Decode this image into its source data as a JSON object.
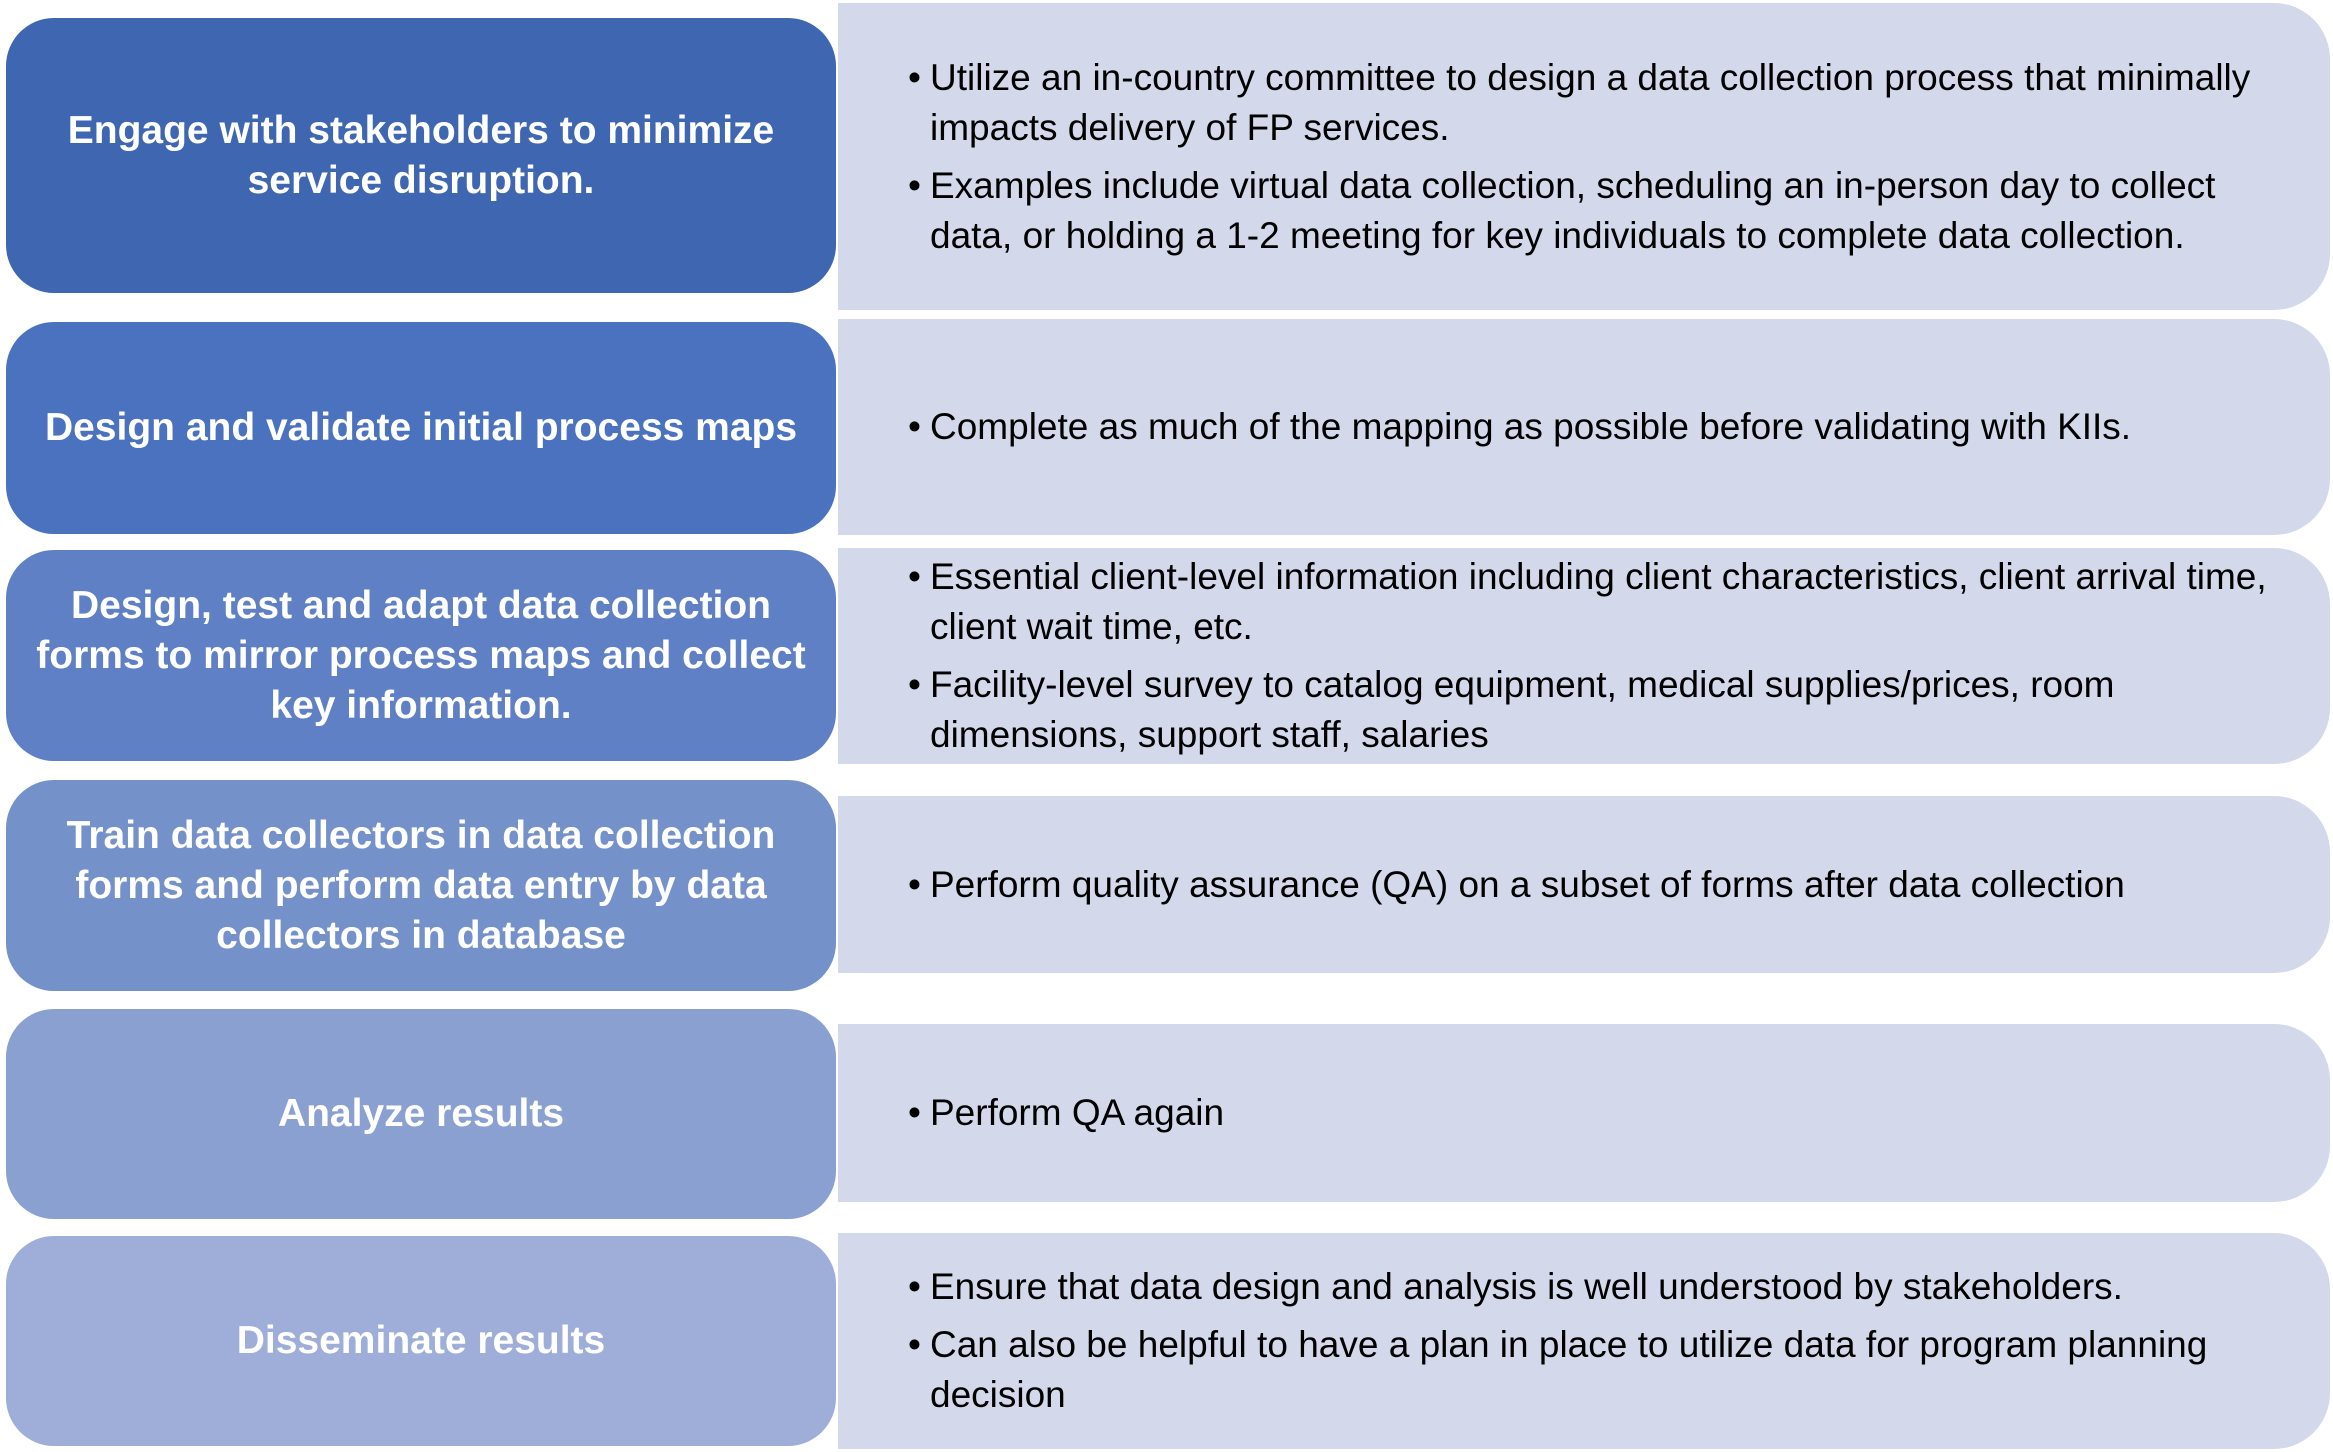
{
  "colors": {
    "step_colors": [
      "#3F67B1",
      "#4A72BE",
      "#5F80C5",
      "#7591CA",
      "#8AA0D1",
      "#9FAED8"
    ],
    "panel": "#D3D8EA"
  },
  "rows": [
    {
      "step": "Engage with stakeholders to minimize service disruption.",
      "bullets": [
        "Utilize an in-country committee to design a data collection process that minimally impacts delivery of FP services.",
        "Examples include virtual data collection, scheduling an in-person day to collect data, or holding a 1-2 meeting for key individuals to complete data collection."
      ]
    },
    {
      "step": "Design and validate initial process maps",
      "bullets": [
        "Complete as much of the mapping as possible before validating with KIIs."
      ]
    },
    {
      "step": "Design, test and adapt data collection forms to mirror process maps and collect key information.",
      "bullets": [
        "Essential client-level information including client characteristics, client arrival time, client wait time, etc.",
        "Facility-level survey to catalog equipment, medical supplies/prices, room dimensions, support staff, salaries"
      ]
    },
    {
      "step": "Train data collectors in data collection forms and perform data entry by data collectors in database",
      "bullets": [
        "Perform quality assurance (QA) on a subset of forms after data collection"
      ]
    },
    {
      "step": "Analyze results",
      "bullets": [
        "Perform QA again"
      ]
    },
    {
      "step": "Disseminate results",
      "bullets": [
        "Ensure that data design and analysis is well understood by stakeholders.",
        "Can also be helpful to have a plan in place to utilize data for program planning decision"
      ]
    }
  ]
}
